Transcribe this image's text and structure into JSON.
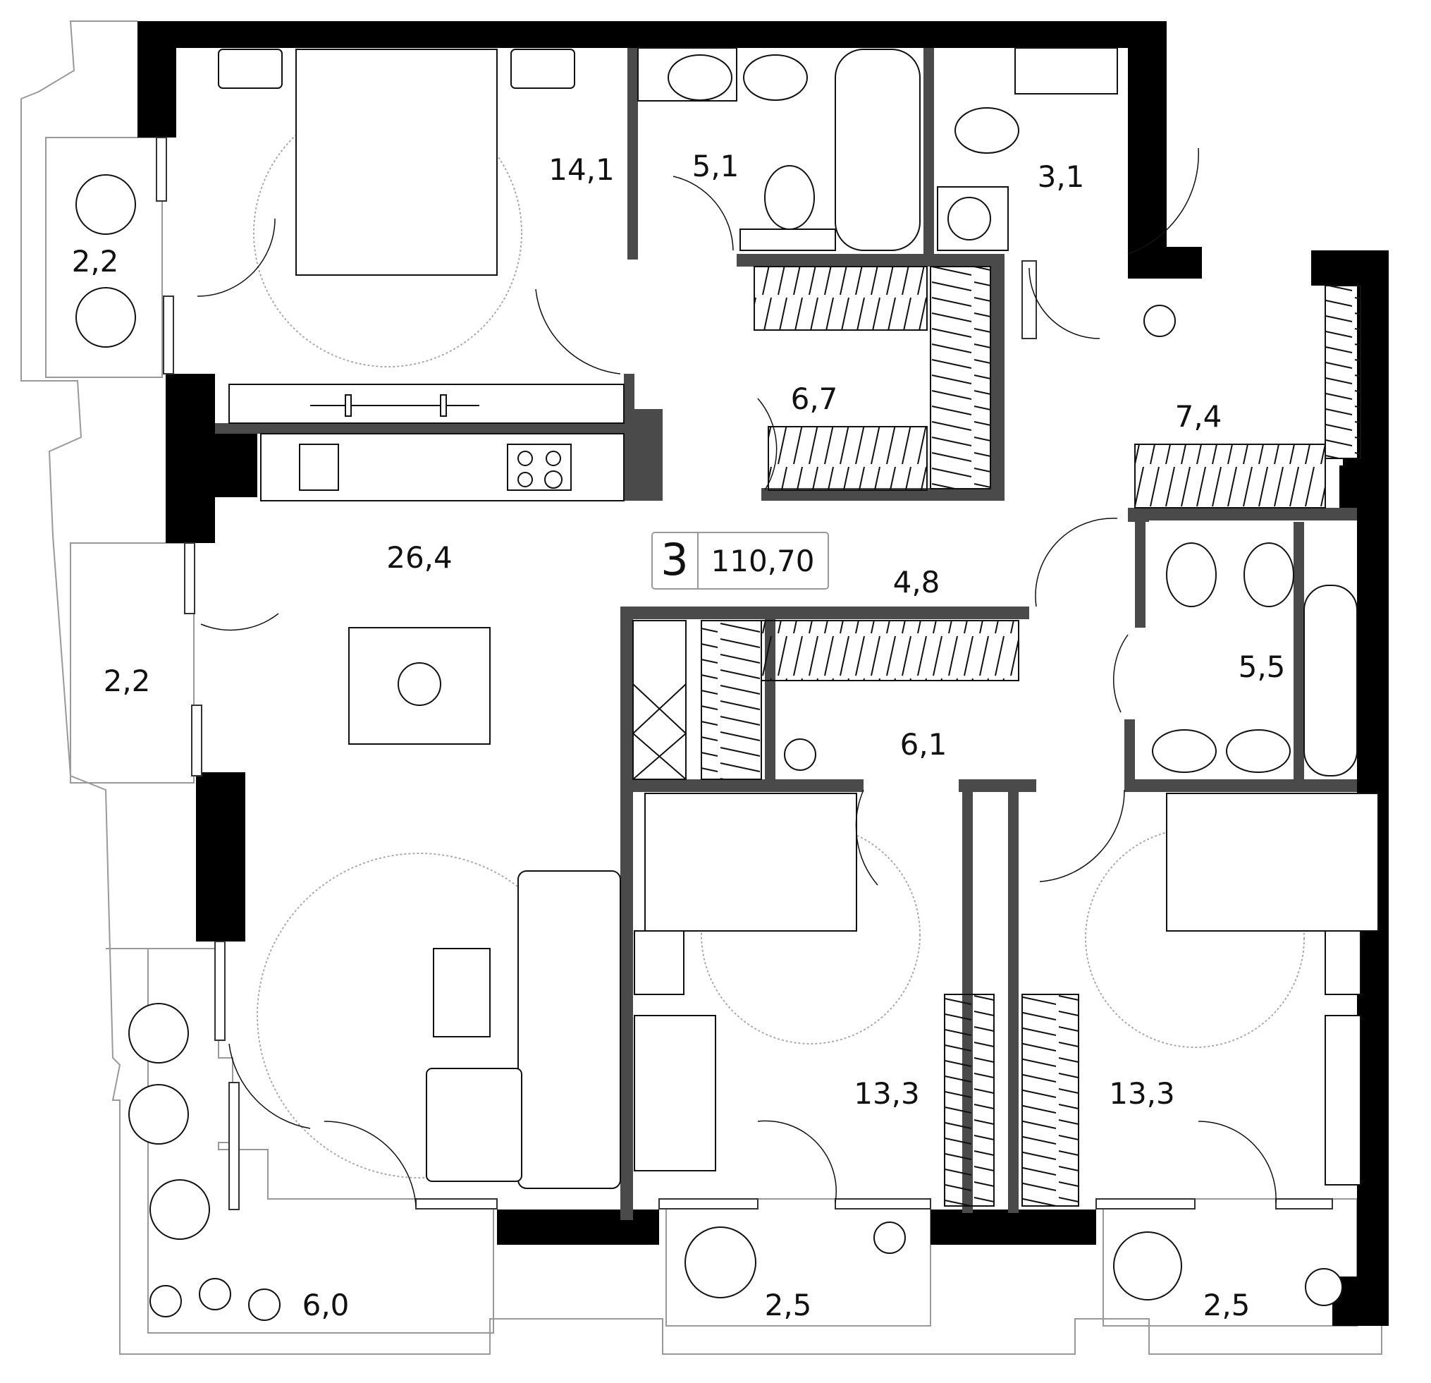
{
  "badge": {
    "rooms": "3",
    "total_area": "110,70"
  },
  "rooms": [
    {
      "id": "bedroom-master",
      "area": "14,1"
    },
    {
      "id": "bathroom-1",
      "area": "5,1"
    },
    {
      "id": "toilet-laundry",
      "area": "3,1"
    },
    {
      "id": "loggia-top-left",
      "area": "2,2"
    },
    {
      "id": "dressing-room",
      "area": "6,7"
    },
    {
      "id": "hall-entrance",
      "area": "7,4"
    },
    {
      "id": "living-kitchen",
      "area": "26,4"
    },
    {
      "id": "corridor",
      "area": "4,8"
    },
    {
      "id": "loggia-mid-left",
      "area": "2,2"
    },
    {
      "id": "bathroom-2",
      "area": "5,5"
    },
    {
      "id": "hallway-inner",
      "area": "6,1"
    },
    {
      "id": "bedroom-2",
      "area": "13,3"
    },
    {
      "id": "bedroom-3",
      "area": "13,3"
    },
    {
      "id": "terrace-bottom-left",
      "area": "6,0"
    },
    {
      "id": "balcony-bottom-mid",
      "area": "2,5"
    },
    {
      "id": "balcony-bottom-right",
      "area": "2,5"
    }
  ]
}
